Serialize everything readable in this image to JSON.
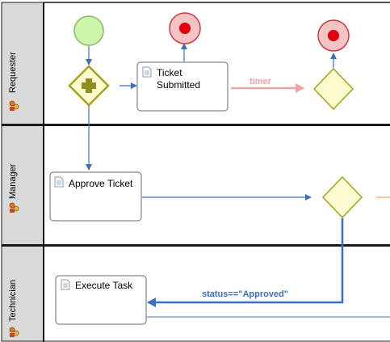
{
  "lanes": [
    {
      "name": "Requester"
    },
    {
      "name": "Manager"
    },
    {
      "name": "Technician"
    }
  ],
  "tasks": [
    {
      "id": "ticket_submitted",
      "lines": [
        "Ticket",
        "Submitted"
      ]
    },
    {
      "id": "approve_ticket",
      "lines": [
        "Approve Ticket"
      ]
    },
    {
      "id": "execute_task",
      "lines": [
        "Execute Task"
      ]
    }
  ],
  "edge_labels": {
    "timer": "timer",
    "status_approved": "status==\"Approved\""
  },
  "colors": {
    "lane_header_bg": "#d9d9d9",
    "lane_border": "#1a1a1a",
    "flow": "#3b6fc4",
    "timer_flow": "#f2a3a3",
    "gateway_fill": "#fdfbd0",
    "gateway_stroke": "#a5a318",
    "parallel_plus": "#8e8e1e",
    "start_fill": "#ccf7aa",
    "start_stroke": "#7fbb65",
    "end_outer": "#f4c4c4",
    "end_ring": "#cc3b3b",
    "end_dot": "#e00010",
    "task_fill": "#ffffff",
    "task_stroke": "#6a6a6a",
    "orange_flow": "#f0a060"
  }
}
